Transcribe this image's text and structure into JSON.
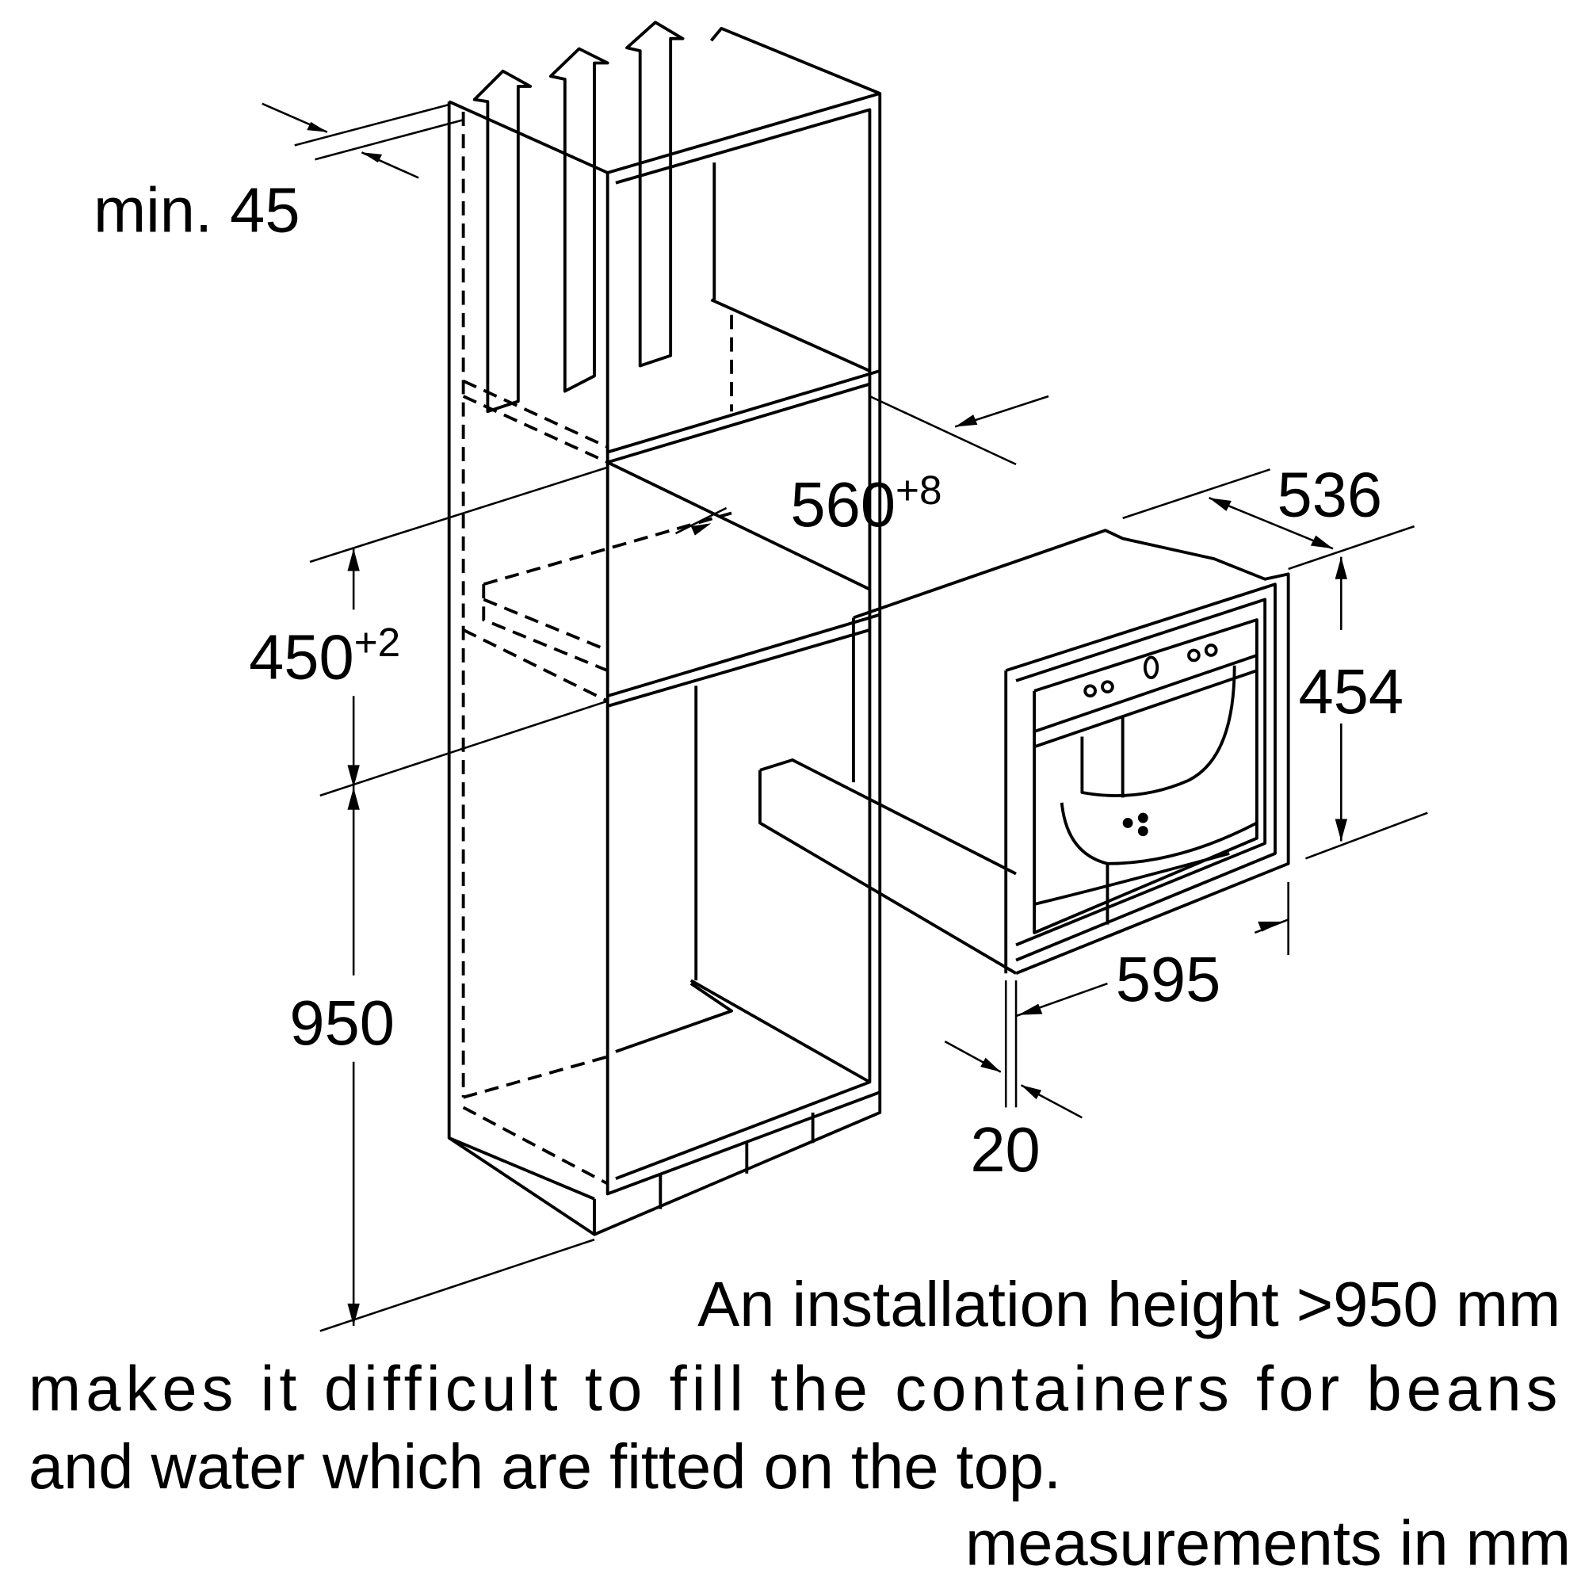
{
  "dimensions": {
    "min_gap": "min. 45",
    "depth_cabinet": "560",
    "depth_cabinet_tol": "+8",
    "niche_height": "450",
    "niche_height_tol": "+2",
    "install_height": "950",
    "appliance_depth": "536",
    "appliance_height": "454",
    "appliance_width": "595",
    "front_thickness": "20"
  },
  "note": {
    "line1": "An installation height >950 mm",
    "line2": "makes it difficult to fill the containers for beans",
    "line3": "and water which are fitted on the top."
  },
  "units_label": "measurements in mm"
}
